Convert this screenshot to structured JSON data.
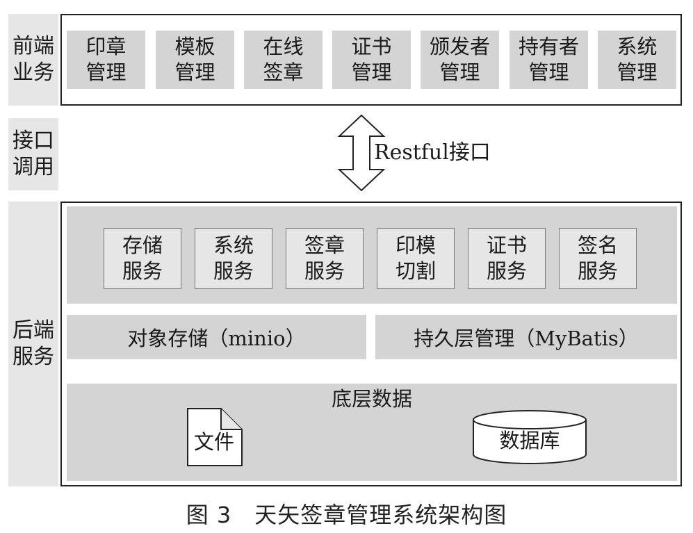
{
  "side_labels": {
    "frontend": "前端\n业务",
    "interface": "接口\n调用",
    "backend": "后端\n服务"
  },
  "frontend_items": [
    {
      "label": "印章\n管理"
    },
    {
      "label": "模板\n管理"
    },
    {
      "label": "在线\n签章"
    },
    {
      "label": "证书\n管理"
    },
    {
      "label": "颁发者\n管理"
    },
    {
      "label": "持有者\n管理"
    },
    {
      "label": "系统\n管理"
    }
  ],
  "interface_label": "Restful接口",
  "backend_services": [
    {
      "label": "存储\n服务"
    },
    {
      "label": "系统\n服务"
    },
    {
      "label": "签章\n服务"
    },
    {
      "label": "印模\n切割"
    },
    {
      "label": "证书\n服务"
    },
    {
      "label": "签名\n服务"
    }
  ],
  "storage_bar": "对象存储（minio）",
  "persistence_bar": "持久层管理（MyBatis）",
  "data_layer": {
    "title": "底层数据",
    "file_label": "文件",
    "database_label": "数据库"
  },
  "caption": "图 3　天矢签章管理系统架构图"
}
